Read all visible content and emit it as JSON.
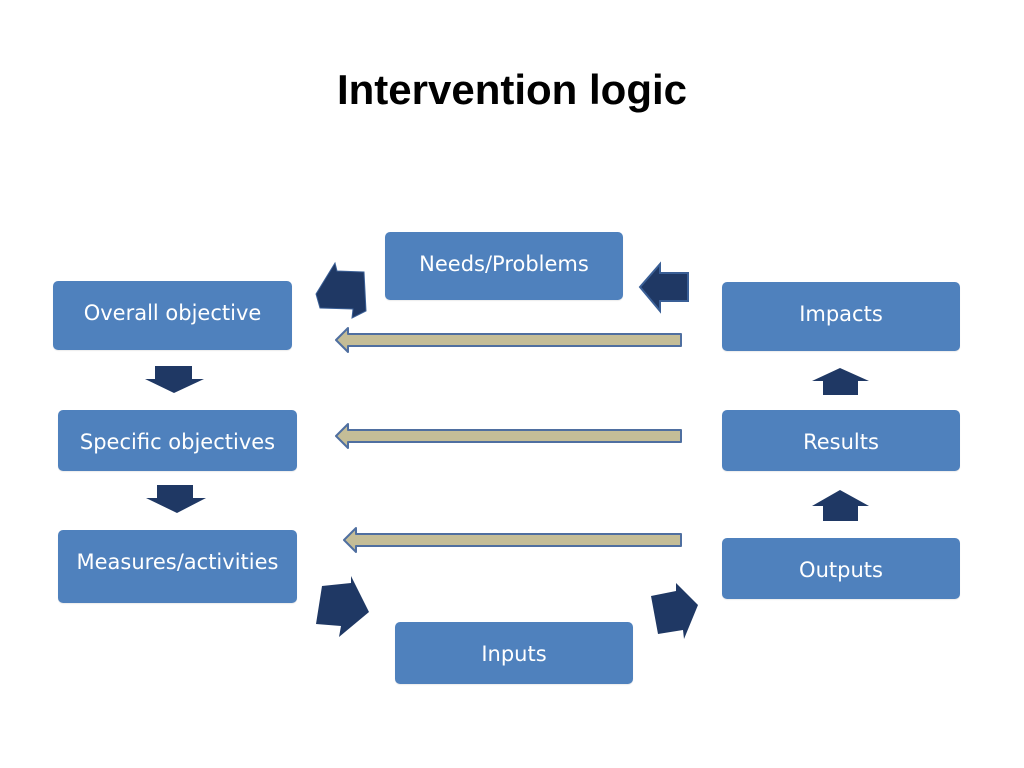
{
  "title": "Intervention logic",
  "colors": {
    "box_fill": "#4f81bd",
    "box_text": "#ffffff",
    "dark_arrow": "#1f3864",
    "feedback_arrow_fill": "#c4bd97",
    "feedback_arrow_stroke": "#4f6fa0"
  },
  "nodes": {
    "needs": "Needs/Problems",
    "overall": "Overall objective",
    "specific": "Specific objectives",
    "measures": "Measures/activities",
    "inputs": "Inputs",
    "impacts": "Impacts",
    "results": "Results",
    "outputs": "Outputs"
  },
  "edges": [
    {
      "from": "needs",
      "to": "overall"
    },
    {
      "from": "impacts",
      "to": "needs"
    },
    {
      "from": "overall",
      "to": "specific"
    },
    {
      "from": "specific",
      "to": "measures"
    },
    {
      "from": "measures",
      "to": "inputs"
    },
    {
      "from": "inputs",
      "to": "outputs"
    },
    {
      "from": "outputs",
      "to": "results"
    },
    {
      "from": "results",
      "to": "impacts"
    },
    {
      "from": "impacts",
      "to": "overall"
    },
    {
      "from": "results",
      "to": "specific"
    },
    {
      "from": "outputs",
      "to": "measures"
    }
  ]
}
